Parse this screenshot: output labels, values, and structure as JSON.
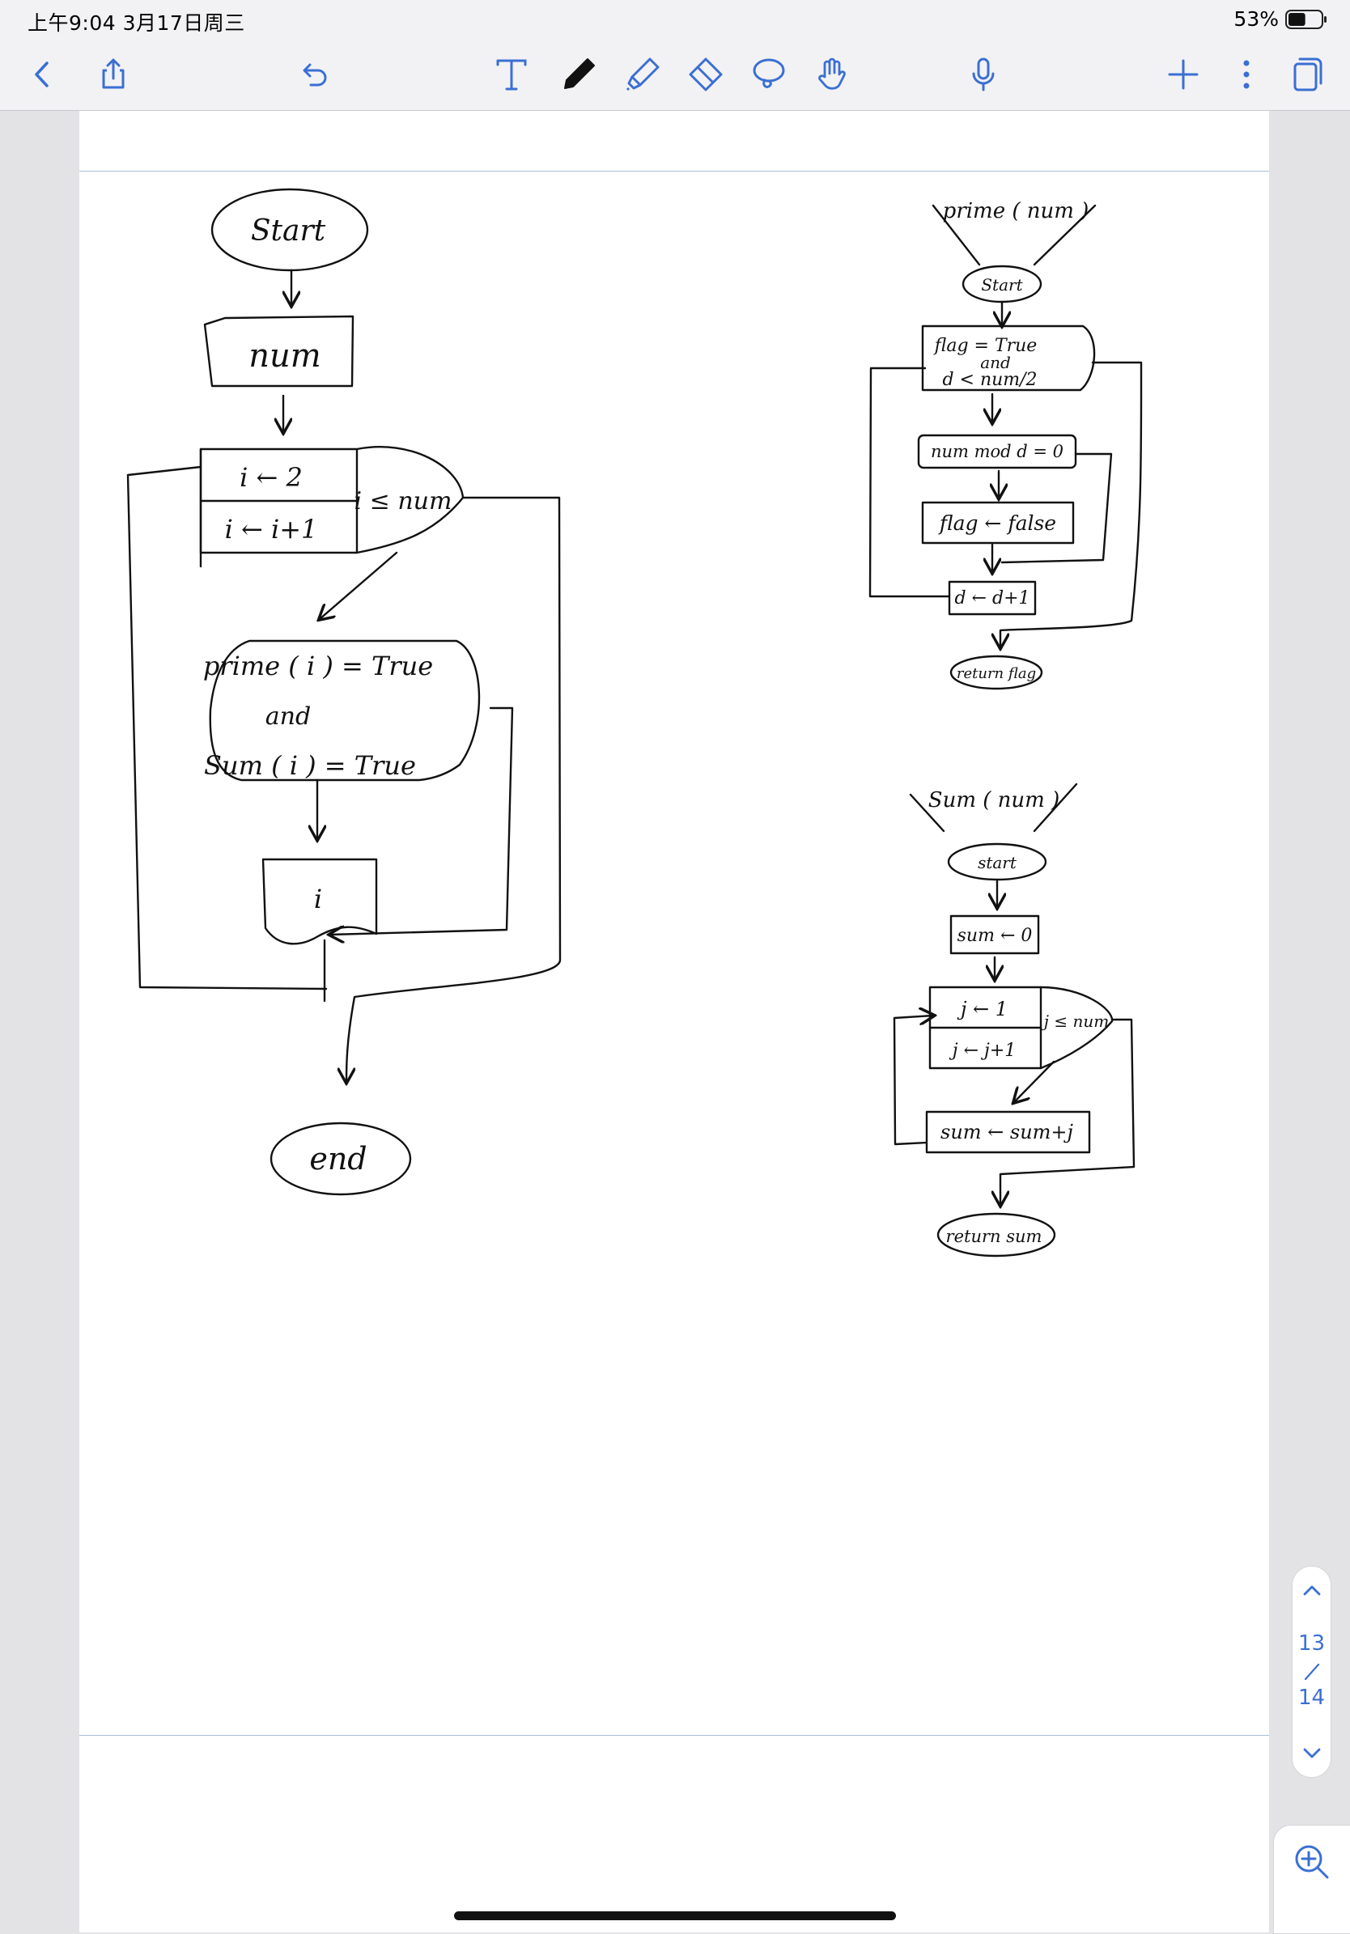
{
  "status": {
    "time_date": "上午9:04   3月17日周三",
    "battery_pct": "53%",
    "battery_level": 0.53
  },
  "toolbar": {
    "left": [
      "back-icon",
      "share-icon",
      "undo-icon"
    ],
    "tools": [
      "text-tool-icon",
      "pen-icon",
      "highlighter-icon",
      "eraser-icon",
      "lasso-icon",
      "touch-hand-icon"
    ],
    "right": [
      "microphone-icon",
      "add-icon",
      "more-icon",
      "pages-icon"
    ],
    "accent": "#3b6fd3"
  },
  "pager": {
    "current": "13",
    "total": "14"
  },
  "flowchart": {
    "main": {
      "start": "Start",
      "input": "num",
      "loop_init": "i ← 2",
      "loop_step": "i ← i+1",
      "loop_cond": "i ≤ num",
      "decision_line1": "prime ( i ) = True",
      "decision_line2": "and",
      "decision_line3": "Sum ( i ) = True",
      "output": "i",
      "end": "end"
    },
    "prime": {
      "signature": "prime ( num )",
      "start": "Start",
      "init_line1": "flag = True",
      "init_line2": "and",
      "init_line3": "d < num/2",
      "cond": "num mod d = 0",
      "assign": "flag ← false",
      "step": "d ← d+1",
      "ret": "return flag"
    },
    "sum": {
      "signature": "Sum ( num )",
      "start": "start",
      "init": "sum ← 0",
      "loop_init": "j ← 1",
      "loop_step": "j ← j+1",
      "loop_cond": "j ≤ num",
      "accum": "sum ← sum+j",
      "ret": "return sum"
    }
  }
}
